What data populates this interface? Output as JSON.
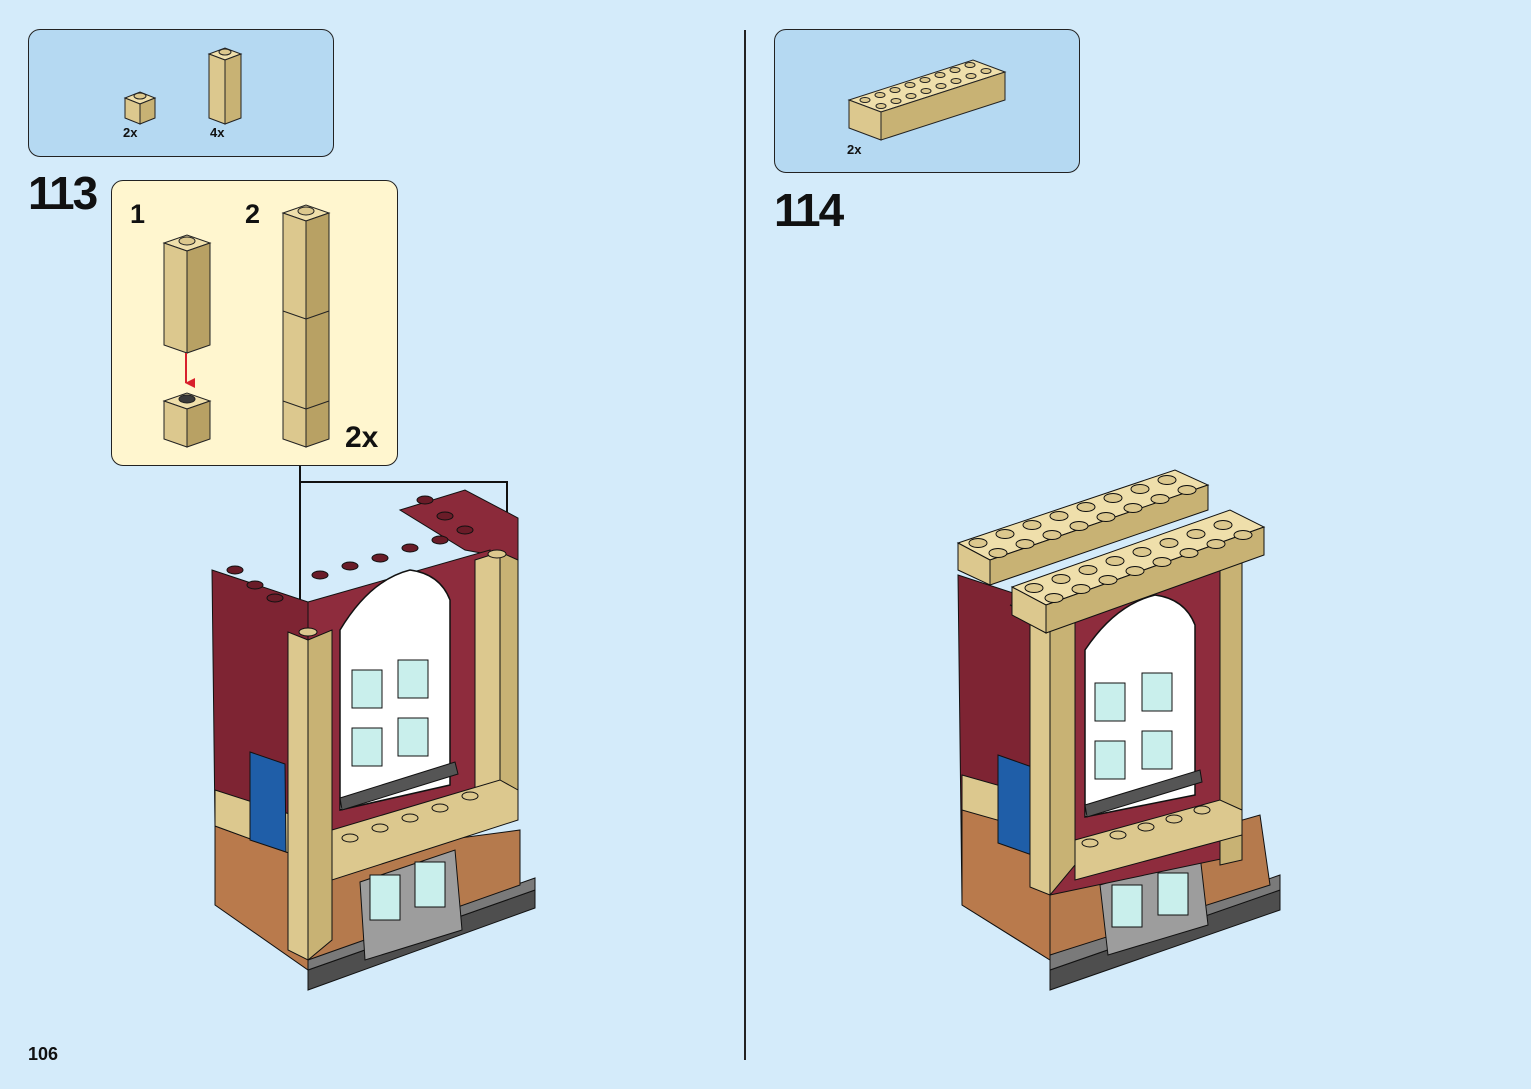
{
  "page_number": "106",
  "steps": [
    {
      "number": "113",
      "parts": [
        {
          "name": "tan-brick-1x1",
          "quantity": "2x"
        },
        {
          "name": "tan-brick-1x1x3",
          "quantity": "4x"
        }
      ],
      "substeps": [
        {
          "number": "1"
        },
        {
          "number": "2"
        }
      ],
      "sub_multiplier": "2x"
    },
    {
      "number": "114",
      "parts": [
        {
          "name": "tan-brick-2x8",
          "quantity": "2x"
        }
      ]
    }
  ],
  "colors": {
    "page_background": "#d4ebfa",
    "parts_box": "#b5d9f2",
    "substep_box": "#fff6cf",
    "tan": "#dcc88e",
    "dark_red": "#7e2433",
    "brown": "#b97a4c",
    "dark_grey": "#5a5a5a",
    "arrow_red": "#d8202c"
  }
}
